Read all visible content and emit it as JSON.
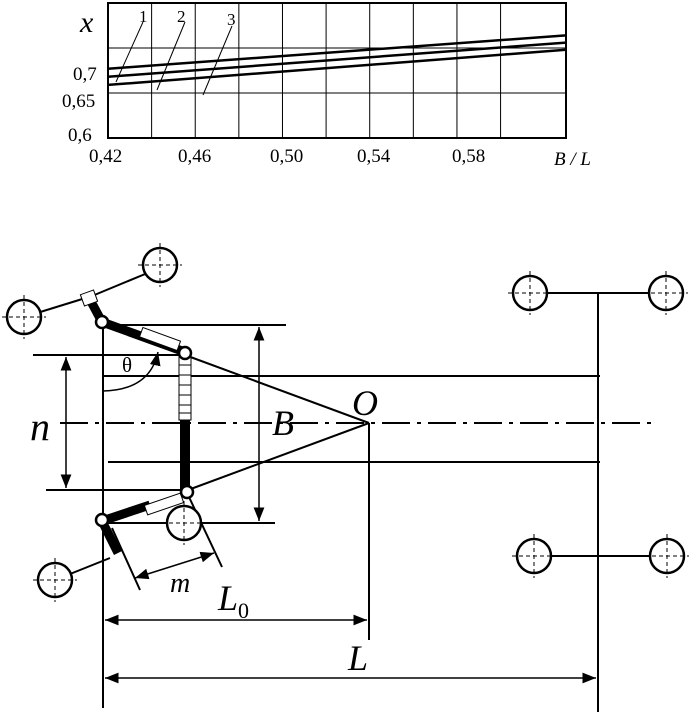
{
  "chart_data": {
    "type": "line",
    "ylabel": "x",
    "xlabel": "B / L",
    "xlim": [
      0.42,
      0.63
    ],
    "ylim": [
      0.6,
      0.75
    ],
    "x_ticks": [
      "0,42",
      "0,46",
      "0,50",
      "0,54",
      "0,58"
    ],
    "y_ticks": [
      "0,7",
      "0,65",
      "0,6"
    ],
    "grid": true,
    "series": [
      {
        "name": "1",
        "x": [
          0.42,
          0.63
        ],
        "values": [
          0.677,
          0.714
        ]
      },
      {
        "name": "2",
        "x": [
          0.42,
          0.63
        ],
        "values": [
          0.668,
          0.706
        ]
      },
      {
        "name": "3",
        "x": [
          0.42,
          0.63
        ],
        "values": [
          0.659,
          0.698
        ]
      }
    ]
  },
  "diagram": {
    "labels": {
      "n": "n",
      "theta": "θ",
      "B": "B",
      "O": "O",
      "m": "m",
      "L0_main": "L",
      "L0_sub": "0",
      "L": "L"
    }
  }
}
